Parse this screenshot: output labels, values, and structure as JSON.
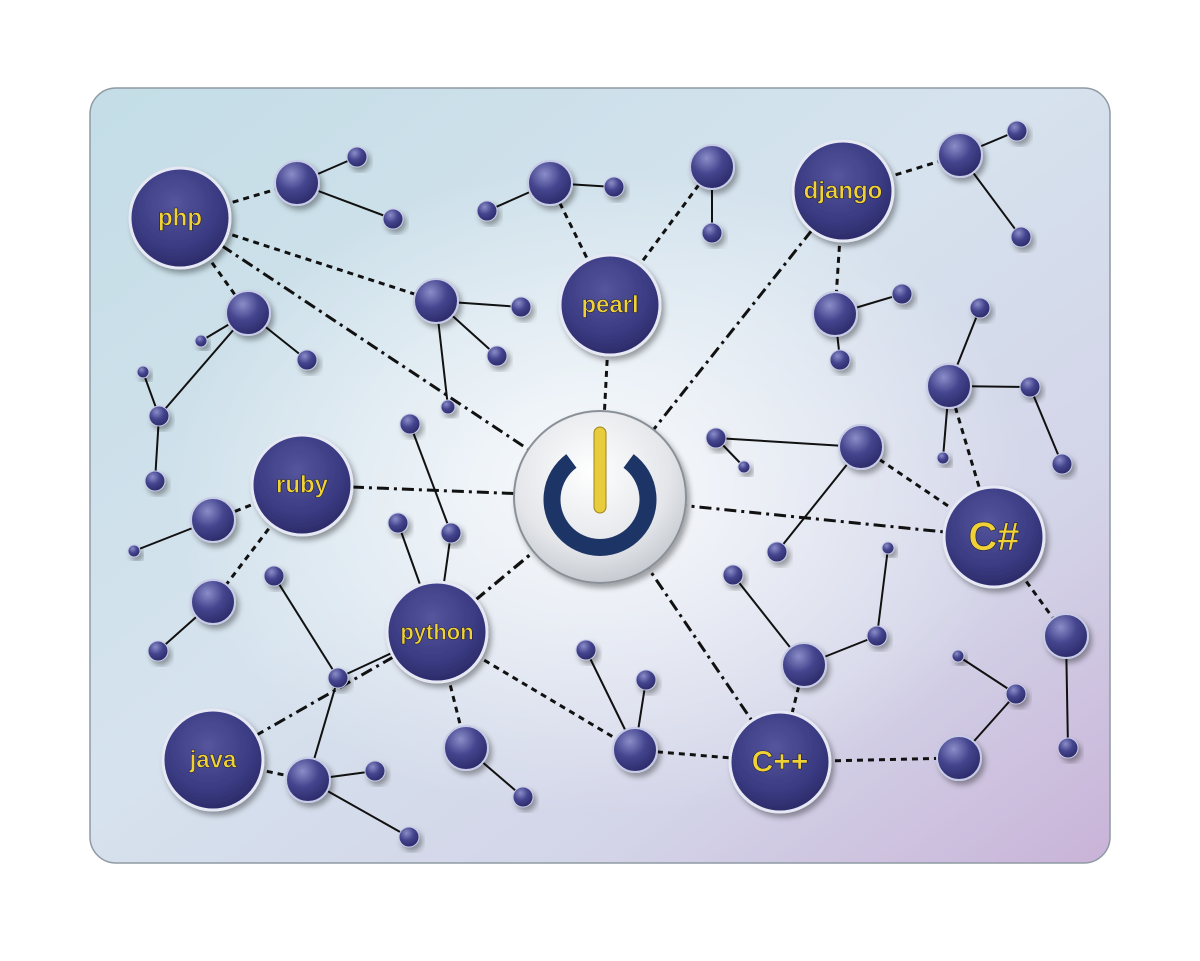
{
  "diagram": {
    "hub": {
      "icon": "power-icon",
      "accent": "#e8cc3a",
      "ring": "#1c3566"
    },
    "colors": {
      "node_fill": "#3b3b85",
      "node_highlight": "#7d80c0",
      "node_border": "#e6e8f4",
      "label": "#f1d236",
      "edge": "#111111",
      "background_start": "#c4dde6",
      "background_end": "#cdb6d9"
    },
    "languages": [
      {
        "id": "php",
        "label": "php"
      },
      {
        "id": "pearl",
        "label": "pearl"
      },
      {
        "id": "django",
        "label": "django"
      },
      {
        "id": "ruby",
        "label": "ruby"
      },
      {
        "id": "python",
        "label": "python"
      },
      {
        "id": "csharp",
        "label": "C#"
      },
      {
        "id": "java",
        "label": "java"
      },
      {
        "id": "cpp",
        "label": "C++"
      }
    ]
  }
}
